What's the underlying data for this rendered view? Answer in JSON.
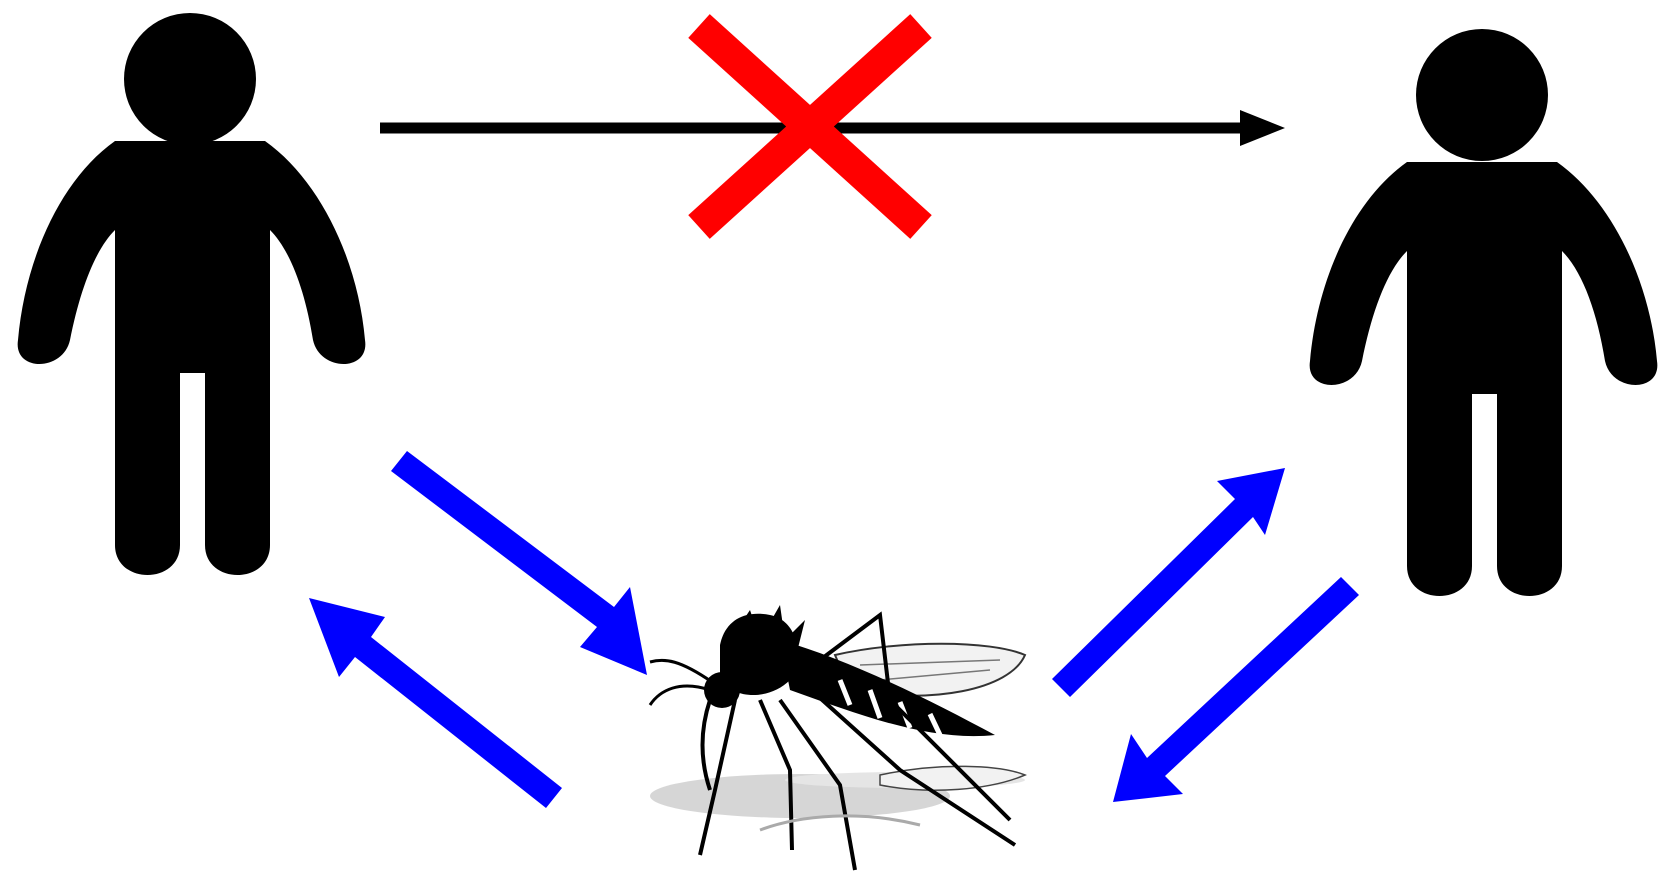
{
  "diagram": {
    "nodes": [
      {
        "id": "human-left",
        "icon": "person-icon"
      },
      {
        "id": "human-right",
        "icon": "person-icon"
      },
      {
        "id": "mosquito",
        "icon": "mosquito-icon"
      }
    ],
    "edges": [
      {
        "from": "human-left",
        "to": "human-right",
        "style": "blocked",
        "icon": "cross-icon"
      },
      {
        "from": "human-left",
        "to": "mosquito",
        "style": "transmission"
      },
      {
        "from": "mosquito",
        "to": "human-left",
        "style": "transmission"
      },
      {
        "from": "mosquito",
        "to": "human-right",
        "style": "transmission"
      },
      {
        "from": "human-right",
        "to": "mosquito",
        "style": "transmission"
      }
    ]
  },
  "colors": {
    "figure": "#000000",
    "cross": "#ff0000",
    "transmission_arrow": "#0000ff",
    "background": "#ffffff"
  }
}
